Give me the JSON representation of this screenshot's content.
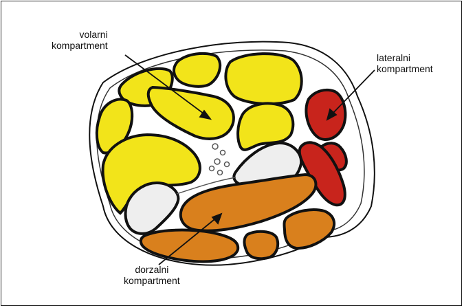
{
  "labels": {
    "volar": {
      "line1": "volarni",
      "line2": "kompartment"
    },
    "lateral": {
      "line1": "lateralni",
      "line2": "kompartment"
    },
    "dorsal": {
      "line1": "dorzalni",
      "line2": "kompartment"
    }
  },
  "colors": {
    "volar": "#f2e41a",
    "lateral": "#c8241c",
    "dorsal": "#d9801d",
    "bone": "#eeeeee",
    "outline": "#111111",
    "background": "#ffffff"
  }
}
